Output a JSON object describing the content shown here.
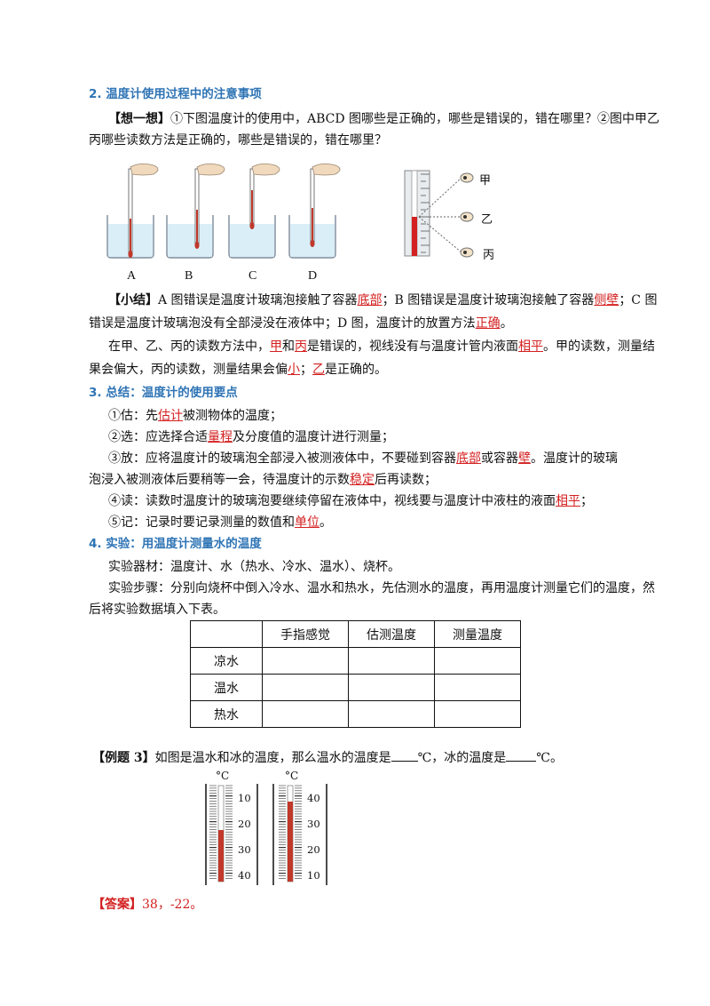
{
  "section2": {
    "heading": "2. 温度计使用过程中的注意事项",
    "think_tag": "【想一想】",
    "think_line1": "①下图温度计的使用中，ABCD 图哪些是正确的，哪些是错误的，错在哪里？②图中甲乙",
    "think_line2": "丙哪些读数方法是正确的，哪些是错误的，错在哪里？",
    "beaker_labels": [
      "A",
      "B",
      "C",
      "D"
    ],
    "eye_labels": [
      "甲",
      "乙",
      "丙"
    ],
    "summary": {
      "tag": "【小结】",
      "l1_a": "A 图错误是温度计玻璃泡接触了容器",
      "l1_b": "底部",
      "l1_c": "；B 图错误是温度计玻璃泡接触了容器",
      "l1_d": "侧壁",
      "l1_e": "；C 图",
      "l2_a": "错误是温度计玻璃泡没有全部浸没在液体中；D 图，温度计的放置方法",
      "l2_b": "正确",
      "l2_c": "。",
      "l3_a": "在甲、乙、丙的读数方法中，",
      "l3_b": "甲",
      "l3_c": "和",
      "l3_d": "丙",
      "l3_e": "是错误的，视线没有与温度计管内液面",
      "l3_f": "相平",
      "l3_g": "。甲的读数，测量结",
      "l4_a": "果会偏大，丙的读数，测量结果会偏",
      "l4_b": "小",
      "l4_c": "；",
      "l4_d": "乙",
      "l4_e": "是正确的。"
    }
  },
  "section3": {
    "heading": "3. 总结：温度计的使用要点",
    "i1_a": "①估：先",
    "i1_b": "估计",
    "i1_c": "被测物体的温度；",
    "i2_a": "②选：应选择合适",
    "i2_b": "量程",
    "i2_c": "及分度值的温度计进行测量；",
    "i3_a": "③放：应将温度计的玻璃泡全部浸入被测液体中，不要碰到容器",
    "i3_b": "底部",
    "i3_c": "或容器",
    "i3_d": "壁",
    "i3_e": "。温度计的玻璃",
    "i3_l2_a": "泡浸入被测液体后要稍等一会，待温度计的示数",
    "i3_l2_b": "稳定",
    "i3_l2_c": "后再读数；",
    "i4_a": "④读：读数时温度计的玻璃泡要继续停留在液体中，视线要与温度计中液柱的液面",
    "i4_b": "相平",
    "i4_c": "；",
    "i5_a": "⑤记：记录时要记录测量的数值和",
    "i5_b": "单位",
    "i5_c": "。"
  },
  "section4": {
    "heading": "4. 实验：用温度计测量水的温度",
    "materials": "实验器材：温度计、水（热水、冷水、温水）、烧杯。",
    "steps_l1": "实验步骤：分别向烧杯中倒入冷水、温水和热水，先估测水的温度，再用温度计测量它们的温度，然",
    "steps_l2": "后将实验数据填入下表。",
    "table": {
      "headers": [
        "",
        "手指感觉",
        "估测温度",
        "测量温度"
      ],
      "rows": [
        "凉水",
        "温水",
        "热水"
      ]
    }
  },
  "example3": {
    "tag": "【例题 3】",
    "text_a": "如图是温水和冰的温度，那么温水的温度是",
    "text_b": "℃，冰的温度是",
    "text_c": "℃。",
    "unit": "°C",
    "left_ticks": [
      "10",
      "20",
      "30",
      "40"
    ],
    "right_ticks": [
      "40",
      "30",
      "20",
      "10"
    ],
    "answer_tag": "【答案】",
    "answer": "38，-22。"
  },
  "colors": {
    "heading": "#2e74b5",
    "answer": "#d42020",
    "liquid": "#c0392b"
  }
}
